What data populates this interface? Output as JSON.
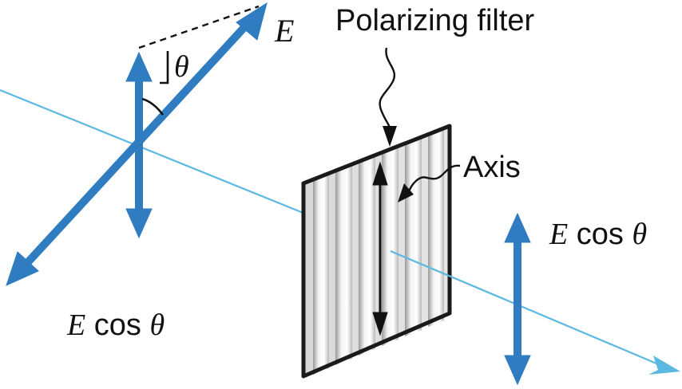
{
  "labels": {
    "polarizing_filter": "Polarizing filter",
    "axis": "Axis",
    "field": "E",
    "theta": "θ",
    "ecos_right_e": "E",
    "ecos_right_rest": " cos ",
    "ecos_right_theta": "θ",
    "ecos_left_e": "E",
    "ecos_left_rest": " cos ",
    "ecos_left_theta": "θ"
  },
  "colors": {
    "beam": "#5bb8e0",
    "arrow": "#2f7cc0",
    "ink": "#111111",
    "filter_frame": "#1a1a1a"
  }
}
